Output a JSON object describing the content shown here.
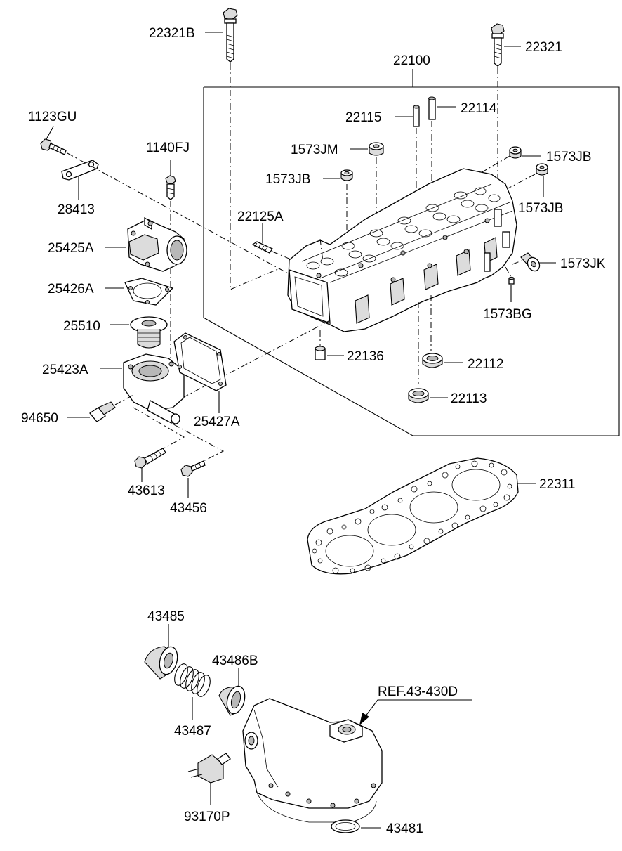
{
  "labels": {
    "p22321B": "22321B",
    "p22321": "22321",
    "p22100": "22100",
    "p1123GU": "1123GU",
    "p22115": "22115",
    "p22114": "22114",
    "p1140FJ": "1140FJ",
    "p1573JM": "1573JM",
    "p1573JB_right": "1573JB",
    "p1573JB_left": "1573JB",
    "p1573JB_right2": "1573JB",
    "p28413": "28413",
    "p22125A": "22125A",
    "p25425A": "25425A",
    "p1573JK": "1573JK",
    "p25426A": "25426A",
    "p1573BG": "1573BG",
    "p25510": "25510",
    "p22136": "22136",
    "p25423A": "25423A",
    "p22112": "22112",
    "p22113": "22113",
    "p94650": "94650",
    "p25427A": "25427A",
    "p43613": "43613",
    "p43456": "43456",
    "p22311": "22311",
    "p43485": "43485",
    "p43486B": "43486B",
    "pREF": "REF.43-430D",
    "p43487": "43487",
    "p93170P": "93170P",
    "p43481": "43481"
  }
}
